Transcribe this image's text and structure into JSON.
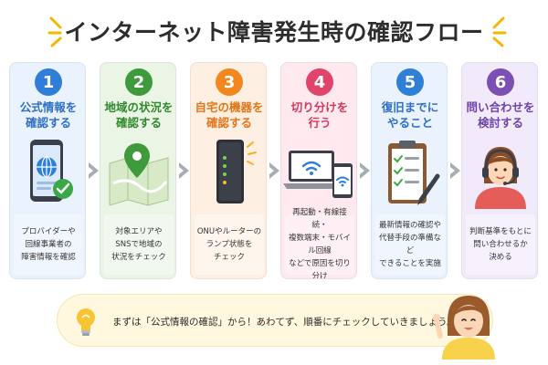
{
  "title": "インターネット障害発生時の確認フロー",
  "colors": {
    "blue": "#2f7fd8",
    "green": "#3e9a3b",
    "orange": "#f2881d",
    "pink": "#e0446a",
    "cyan": "#2f7fd8",
    "purple": "#7b4fb3"
  },
  "steps": [
    {
      "num": "1",
      "title": "公式情報を\n確認する",
      "desc": "プロバイダーや\n回線事業者の\n障害情報を確認",
      "icon": "smartphone-globe-check-icon"
    },
    {
      "num": "2",
      "title": "地域の状況を\n確認する",
      "desc": "対象エリアや\nSNSで地域の\n状況をチェック",
      "icon": "map-pin-icon"
    },
    {
      "num": "3",
      "title": "自宅の機器を\n確認する",
      "desc": "ONUやルーターの\nランプ状態を\nチェック",
      "icon": "router-icon"
    },
    {
      "num": "4",
      "title": "切り分けを\n行う",
      "desc": "再起動・有線接続・\n複数端末・モバイル回線\nなどで原因を切り分け",
      "icon": "laptop-phone-wifi-icon"
    },
    {
      "num": "5",
      "title": "復旧までに\nやること",
      "desc": "最新情報の確認や\n代替手段の準備など\nできることを実施",
      "icon": "clipboard-checklist-icon"
    },
    {
      "num": "6",
      "title": "問い合わせを\n検討する",
      "desc": "判断基準をもとに\n問い合わせるか\n決める",
      "icon": "support-operator-icon"
    }
  ],
  "bottom_message": "まずは「公式情報の確認」から！あわてず、順番にチェックしていきましょう。"
}
